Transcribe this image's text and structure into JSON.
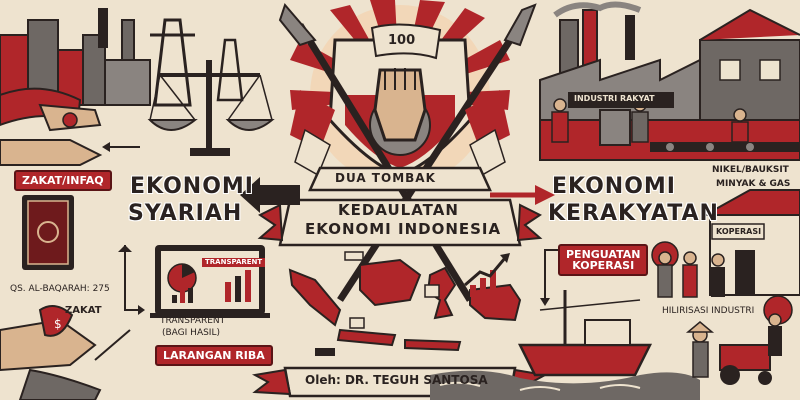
{
  "badge": {
    "number": "100"
  },
  "center": {
    "banner_line1": "DUA TOMBAK",
    "banner_line2": "KEDAULATAN",
    "banner_line3": "EKONOMI INDONESIA",
    "author": "Oleh: DR. TEGUH SANTOSA"
  },
  "left": {
    "title_line1": "EKONOMI",
    "title_line2": "SYARIAH",
    "tag_zakat_infaq": "ZAKAT/INFAQ",
    "quran_ref": "QS. AL-BAQARAH: 275",
    "zakat_label": "ZAKAT",
    "screen_tag": "TRANSPARENT",
    "transparent_line1": "TRANSPARENT",
    "transparent_line2": "(BAGI HASIL)",
    "tag_riba": "LARANGAN RIBA"
  },
  "right": {
    "title_line1": "EKONOMI",
    "title_line2": "KERAKYATAN",
    "factory_sign": "INDUSTRI RAKYAT",
    "resources_line1": "NIKEL/BAUKSIT",
    "resources_line2": "MINYAK & GAS",
    "koperasi_sign": "KOPERASI",
    "tag_koperasi_line1": "PENGUATAN",
    "tag_koperasi_line2": "KOPERASI",
    "hilirisasi": "HILIRISASI INDUSTRI"
  },
  "colors": {
    "accent_red": "#b0262a",
    "dark": "#2a2220",
    "paper": "#eee3cf",
    "grey": "#8a8480"
  }
}
